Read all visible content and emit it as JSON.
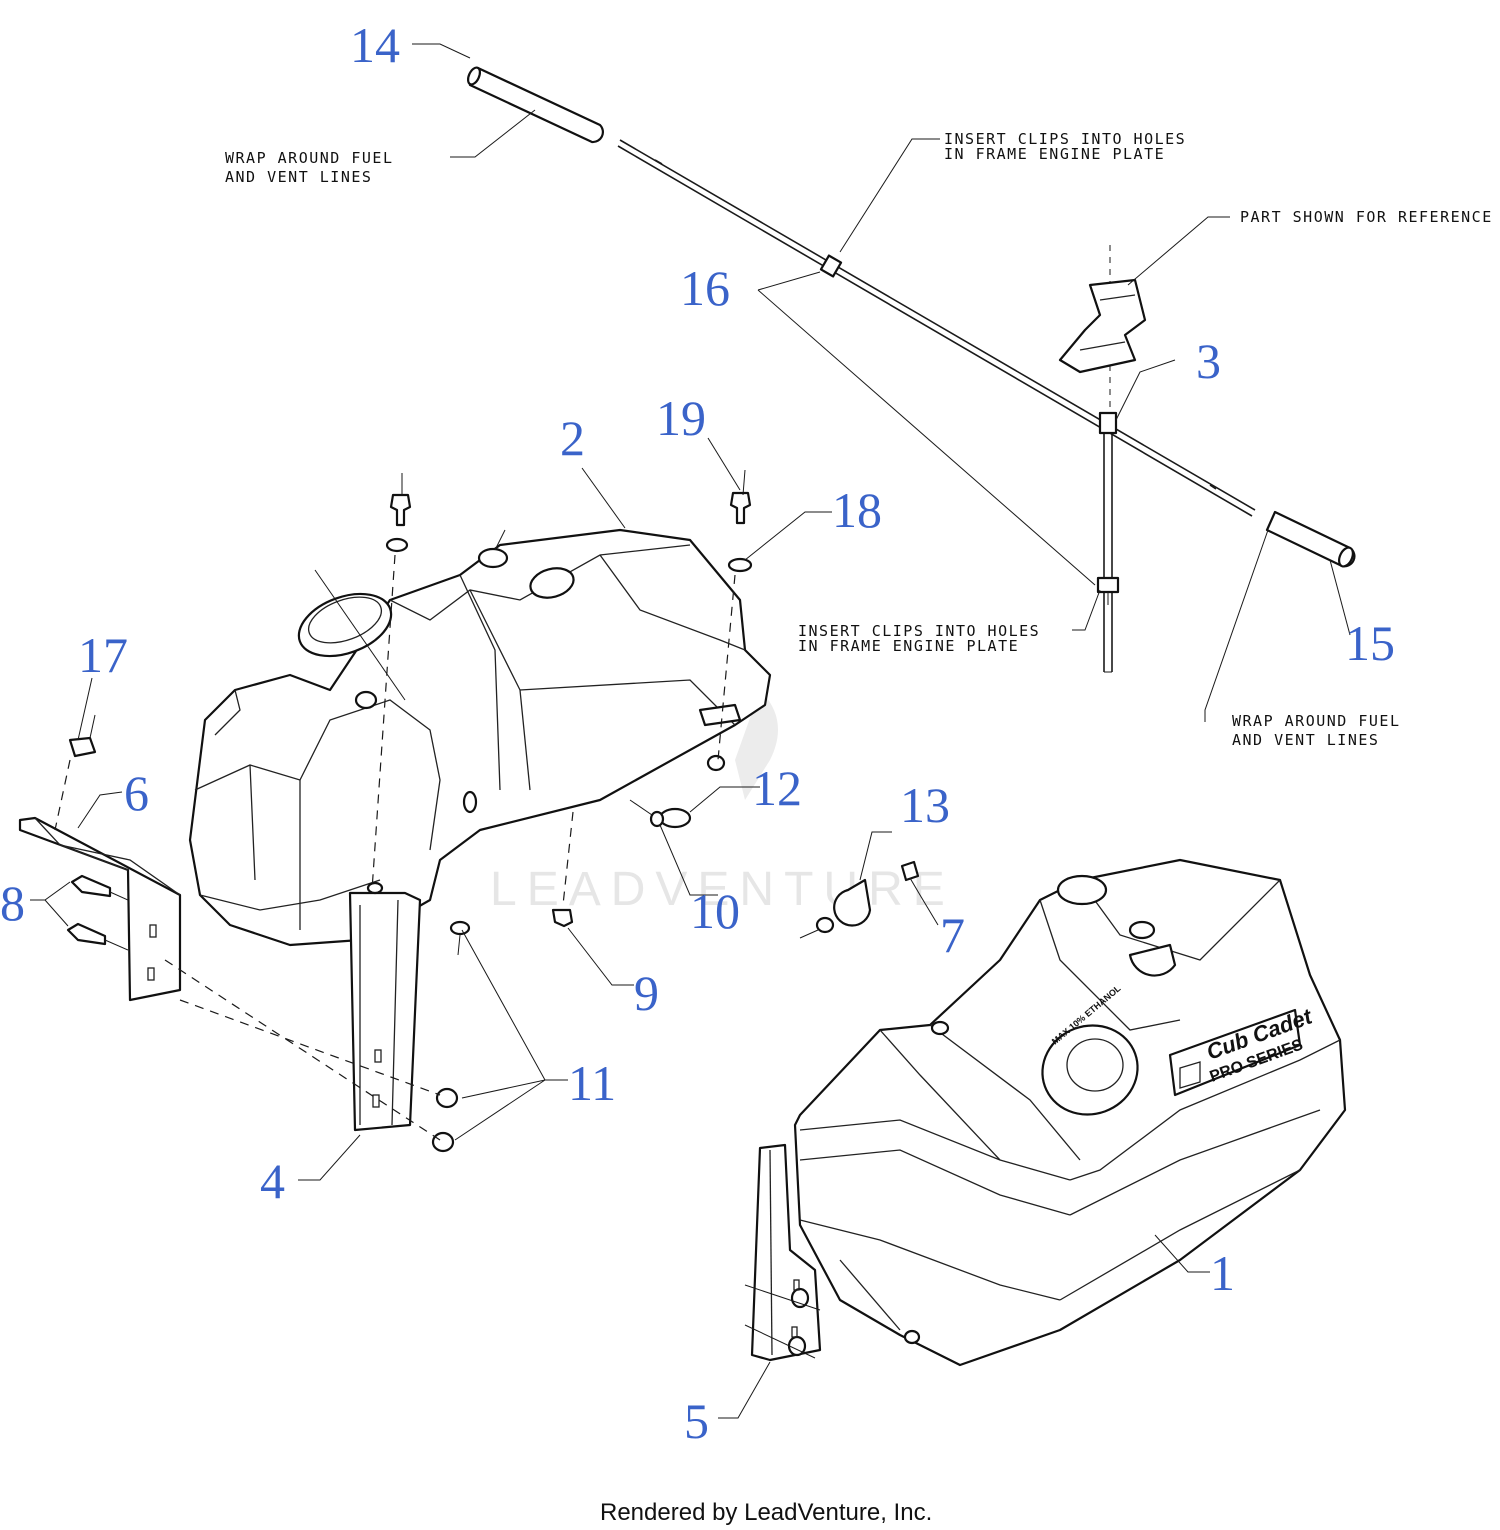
{
  "callouts": {
    "c1": "1",
    "c2": "2",
    "c3": "3",
    "c4": "4",
    "c5": "5",
    "c6": "6",
    "c7": "7",
    "c8": "8",
    "c9": "9",
    "c10": "10",
    "c11": "11",
    "c12": "12",
    "c13": "13",
    "c14": "14",
    "c15": "15",
    "c16": "16",
    "c17": "17",
    "c18": "18",
    "c19": "19"
  },
  "notes": {
    "wrap_left_1": "WRAP AROUND FUEL",
    "wrap_left_2": "AND VENT LINES",
    "insert_top_1": "INSERT CLIPS INTO HOLES",
    "insert_top_2": "IN FRAME ENGINE PLATE",
    "reference": "PART SHOWN FOR REFERENCE",
    "insert_mid_1": "INSERT CLIPS INTO HOLES",
    "insert_mid_2": "IN FRAME ENGINE PLATE",
    "wrap_right_1": "WRAP AROUND FUEL",
    "wrap_right_2": "AND VENT LINES"
  },
  "tank_labels": {
    "brand": "Cub Cadet",
    "series": "PRO SERIES",
    "cap_ethanol": "MAX 10% ETHANOL"
  },
  "watermark": "LEADVENTURE",
  "footer": "Rendered by LeadVenture, Inc.",
  "colors": {
    "callout": "#3a63c9",
    "line": "#111111",
    "watermark": "#e6e6e6"
  }
}
